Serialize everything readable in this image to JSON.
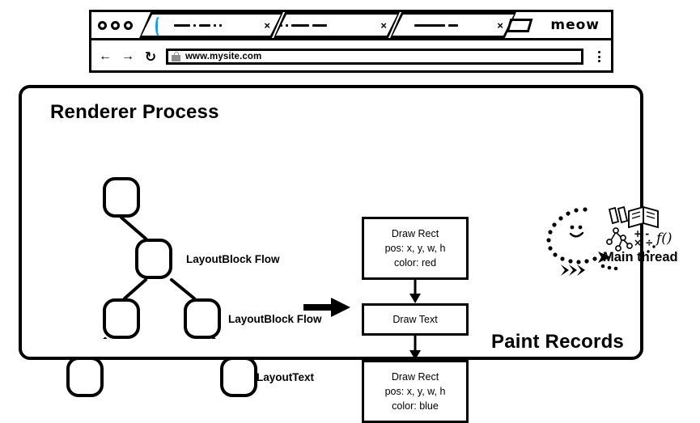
{
  "browser": {
    "window_controls": [
      "close-dot",
      "minimize-dot",
      "maximize-dot"
    ],
    "tabs": [
      {
        "id": "tab-1",
        "favicon": "loading-spinner-icon",
        "title_placeholder": "squiggle-line",
        "close_label": "×",
        "active": true
      },
      {
        "id": "tab-2",
        "favicon": "none",
        "title_placeholder": "squiggle-line",
        "close_label": "×",
        "active": false
      },
      {
        "id": "tab-3",
        "favicon": "none",
        "title_placeholder": "squiggle-line",
        "close_label": "×",
        "active": false
      }
    ],
    "new_tab_icon": "new-tab-icon",
    "brand_label": "meow",
    "toolbar": {
      "back_label": "←",
      "forward_label": "→",
      "reload_label": "↻",
      "security_icon": "lock-icon",
      "url": "www.mysite.com",
      "menu_icon": "kebab-menu-icon"
    }
  },
  "panel": {
    "title": "Renderer Process",
    "tree": {
      "labels": [
        {
          "text": "LayoutBlock Flow"
        },
        {
          "text": "LayoutBlock Flow"
        },
        {
          "text": "LayoutText"
        }
      ]
    },
    "transform_arrow": "right-arrow-icon",
    "paint_records": {
      "heading": "Paint Records",
      "items": [
        {
          "name": "Draw Rect",
          "lines": [
            "Draw Rect",
            "pos: x, y, w, h",
            "color: red"
          ]
        },
        {
          "name": "Draw Text",
          "lines": [
            "Draw Text"
          ]
        },
        {
          "name": "Draw Rect",
          "lines": [
            "Draw Rect",
            "pos: x, y, w, h",
            "color: blue"
          ]
        }
      ]
    },
    "main_thread": {
      "label": "Main thread",
      "icons": [
        "book-icon",
        "pencil-icon",
        "node-tree-icon",
        "math-symbols-icon",
        "function-icon"
      ]
    }
  },
  "colors": {
    "ink": "#000000",
    "background": "#ffffff",
    "spinner_blue": "#1e9ae8",
    "lock_gray": "#8f8f8f"
  }
}
